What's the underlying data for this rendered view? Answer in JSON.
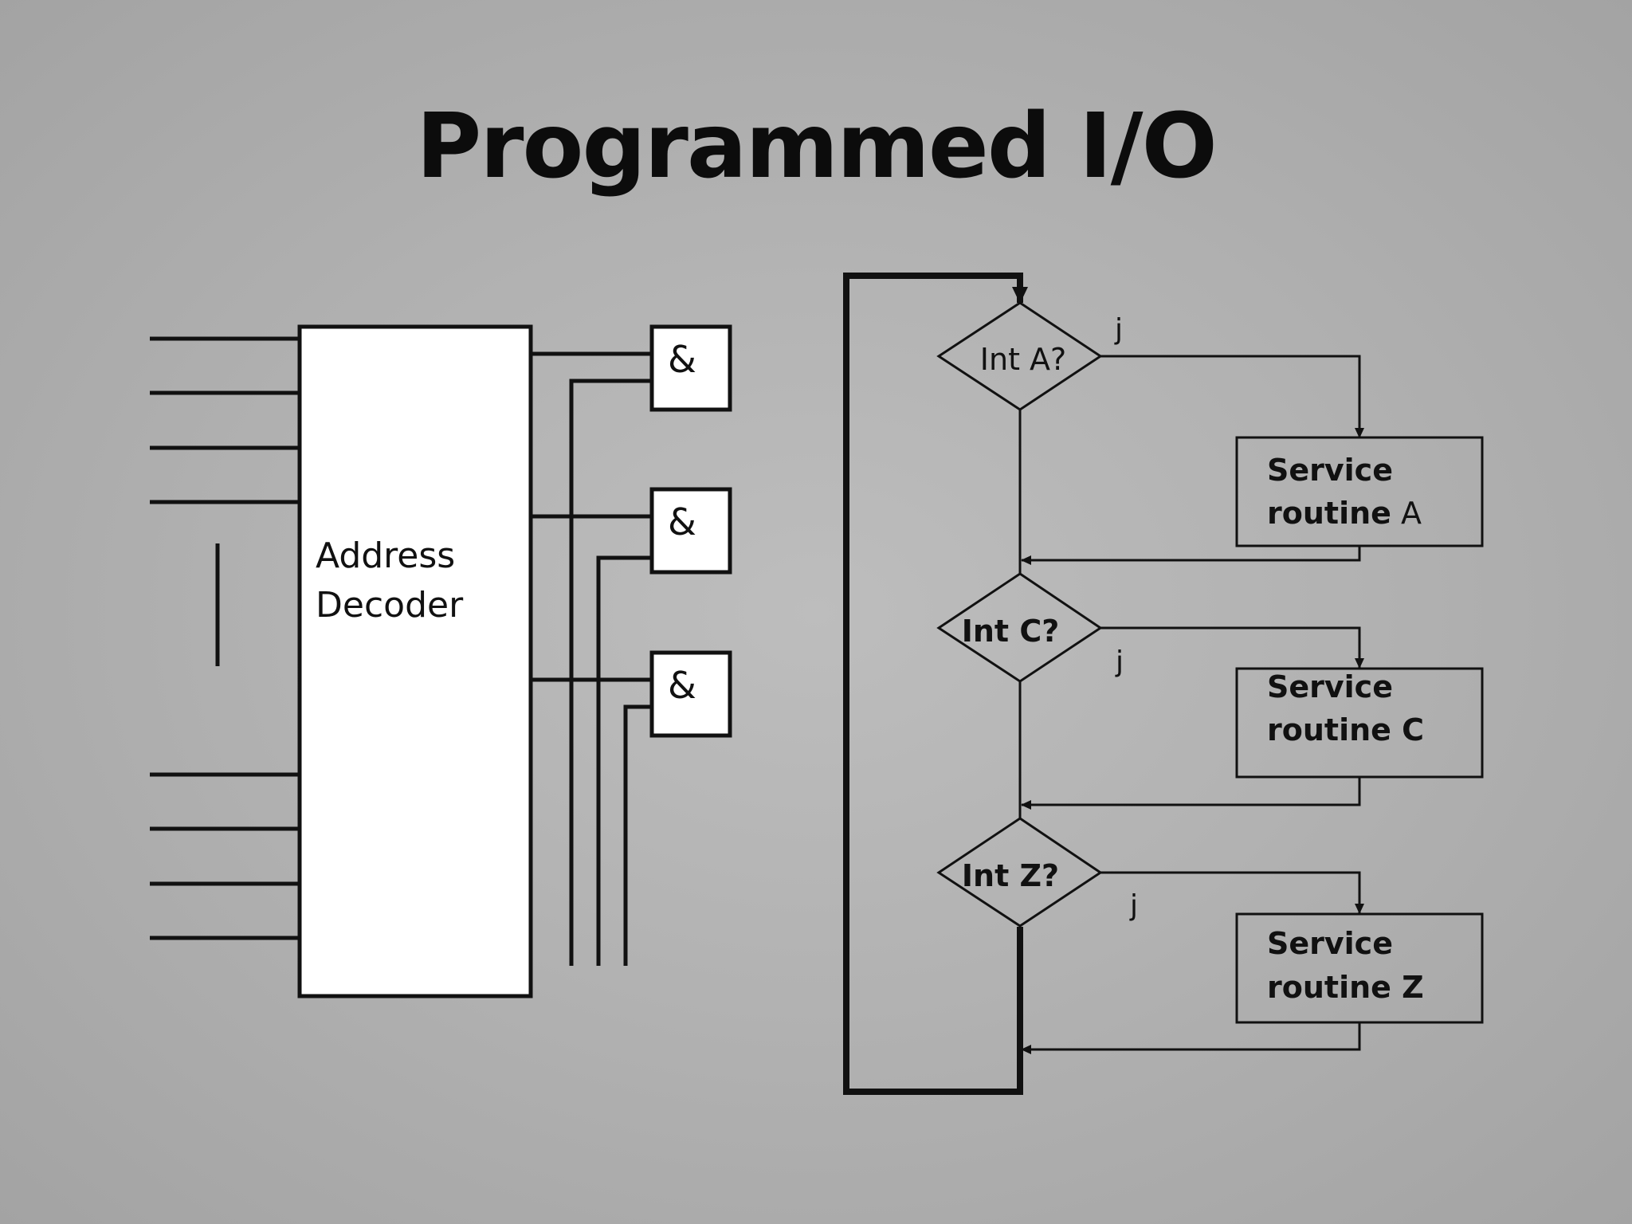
{
  "title": "Programmed I/O",
  "decoder": {
    "label_line1": "Address",
    "label_line2": "Decoder"
  },
  "gates": [
    {
      "symbol": "&"
    },
    {
      "symbol": "&"
    },
    {
      "symbol": "&"
    }
  ],
  "flowchart": {
    "decisions": [
      {
        "label": "Int A?",
        "branch_label": "j"
      },
      {
        "label": "Int C?",
        "branch_label": "j"
      },
      {
        "label": "Int Z?",
        "branch_label": "j"
      }
    ],
    "routines": [
      {
        "line1": "Service",
        "line2_bold": "routine",
        "line2_suffix": " A"
      },
      {
        "line1": "Service",
        "line2_bold": "routine C",
        "line2_suffix": ""
      },
      {
        "line1": "Service",
        "line2_bold": "routine Z",
        "line2_suffix": ""
      }
    ]
  },
  "colors": {
    "stroke": "#111111",
    "box_fill": "#ffffff"
  }
}
